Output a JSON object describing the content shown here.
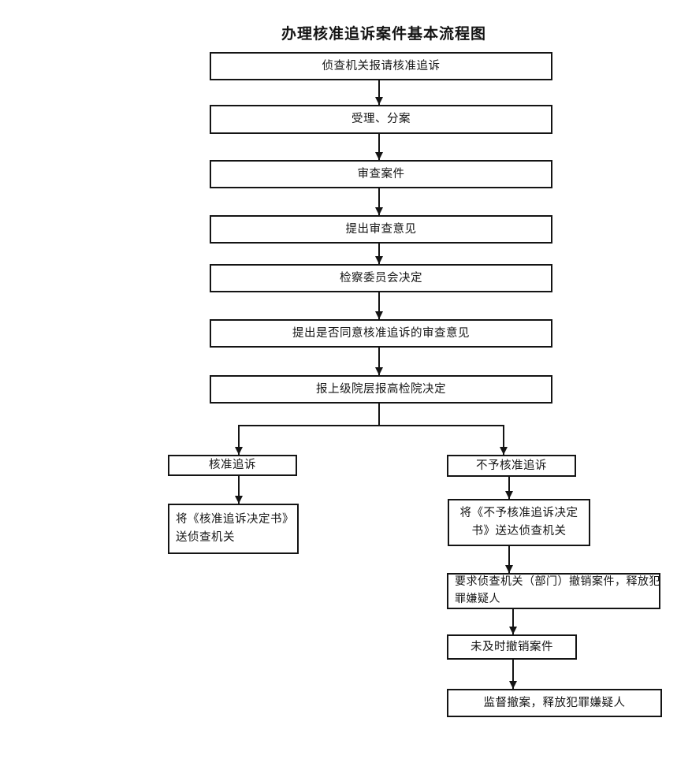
{
  "title": "办理核准追诉案件基本流程图",
  "colors": {
    "ink": "#141414",
    "background": "#ffffff"
  },
  "flow": {
    "main_sequence": [
      {
        "label": "侦查机关报请核准追诉"
      },
      {
        "label": "受理、分案"
      },
      {
        "label": "审查案件"
      },
      {
        "label": "提出审查意见"
      },
      {
        "label": "检察委员会决定"
      },
      {
        "label": "提出是否同意核准追诉的审查意见"
      },
      {
        "label": "报上级院层报高检院决定"
      }
    ],
    "branches": {
      "approve": {
        "decision": "核准追诉",
        "steps": [
          {
            "lines": [
              "将《核准追诉决定书》",
              "送侦查机关"
            ]
          }
        ]
      },
      "disapprove": {
        "decision": "不予核准追诉",
        "steps": [
          {
            "lines": [
              "将《不予核准追诉决定",
              "书》送达侦查机关"
            ]
          },
          {
            "lines": [
              "要求侦查机关（部门）撤销案件，释放犯",
              "罪嫌疑人"
            ]
          },
          {
            "lines": [
              "未及时撤销案件"
            ]
          },
          {
            "lines": [
              "监督撤案，释放犯罪嫌疑人"
            ]
          }
        ]
      }
    }
  }
}
